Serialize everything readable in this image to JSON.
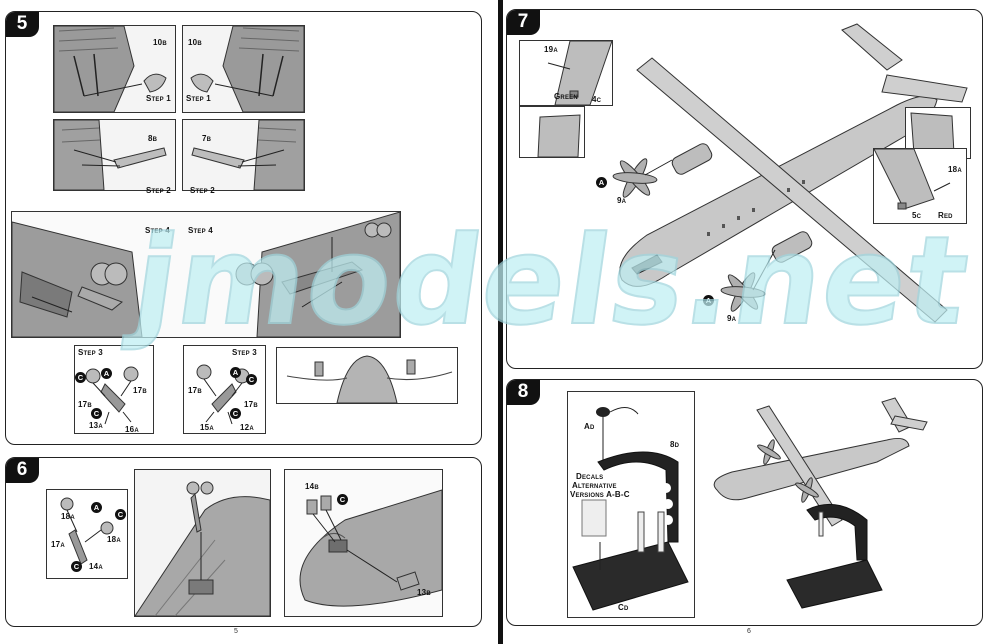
{
  "watermark": "jmodels.net",
  "left_page": {
    "page_number": "5",
    "step5": {
      "number": "5",
      "part_10b": "10",
      "part_10b_suffix": "B",
      "part_10b_right": "10",
      "part_10b_right_suffix": "B",
      "step1_left": "Step 1",
      "step1_right": "Step 1",
      "part_8b": "8",
      "part_8b_suffix": "B",
      "part_7b": "7",
      "part_7b_suffix": "B",
      "step2_left": "Step 2",
      "step2_right": "Step 2",
      "step4_left": "Step 4",
      "step4_right": "Step 4",
      "step3_left": "Step 3",
      "step3_right": "Step 3",
      "left_sub": {
        "c": "C",
        "a": "A",
        "p17b": "17",
        "p17b_s": "B",
        "p17b2": "17",
        "p17b2_s": "B",
        "c2": "C",
        "p13a": "13",
        "p13a_s": "A",
        "p16a": "16",
        "p16a_s": "A"
      },
      "right_sub": {
        "c": "C",
        "a": "A",
        "p17b": "17",
        "p17b_s": "B",
        "p17b2": "17",
        "p17b2_s": "B",
        "c2": "C",
        "p15a": "15",
        "p15a_s": "A",
        "p12a": "12",
        "p12a_s": "A"
      }
    },
    "step6": {
      "number": "6",
      "p18a_top": "18",
      "p18a_top_s": "A",
      "a": "A",
      "c1": "C",
      "p18a": "18",
      "p18a_s": "A",
      "p17a": "17",
      "p17a_s": "A",
      "c2": "C",
      "p14a": "14",
      "p14a_s": "A",
      "p14b": "14",
      "p14b_s": "B",
      "c3": "C",
      "p13b": "13",
      "p13b_s": "B"
    }
  },
  "right_page": {
    "page_number": "6",
    "step7": {
      "number": "7",
      "p19a": "19",
      "p19a_s": "A",
      "green": "Green",
      "p4c": "4",
      "p4c_s": "C",
      "a_left": "A",
      "p9a_left": "9",
      "p9a_left_s": "A",
      "p18a": "18",
      "p18a_s": "A",
      "p5c": "5",
      "p5c_s": "C",
      "red": "Red",
      "a_bottom": "A",
      "p9a_bottom": "9",
      "p9a_bottom_s": "A"
    },
    "step8": {
      "number": "8",
      "ad": "A",
      "ad_s": "D",
      "bd": "8",
      "bd_s": "D",
      "decals_line1": "Decals",
      "decals_line2": "Alternative",
      "decals_line3": "Versions A-B-C",
      "cd": "C",
      "cd_s": "D"
    }
  },
  "colors": {
    "ink": "#111111",
    "paper": "#ffffff",
    "part_grey": "#a9a9a9",
    "watermark": "#bfeff3"
  }
}
